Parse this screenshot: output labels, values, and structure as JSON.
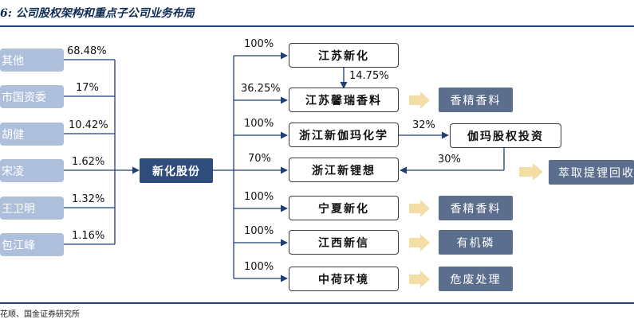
{
  "title": "6: 公司股权架构和重点子公司业务布局",
  "source": "花顺、国金证券研究所",
  "colors": {
    "holder": "#aebfdc",
    "core": "#2e4d7c",
    "business": "#5b6e8e",
    "arrow": "#f3dfa6",
    "line": "#1f3f73"
  },
  "shareholders": [
    {
      "name": "其他",
      "pct": "68.48%"
    },
    {
      "name": "市国资委",
      "pct": "17%"
    },
    {
      "name": "胡健",
      "pct": "10.42%"
    },
    {
      "name": "宋凌",
      "pct": "1.62%"
    },
    {
      "name": "王卫明",
      "pct": "1.32%"
    },
    {
      "name": "包江峰",
      "pct": "1.16%"
    }
  ],
  "company": "新化股份",
  "subsidiaries": [
    {
      "name": "江苏新化",
      "pct": "100%"
    },
    {
      "name": "江苏馨瑞香料",
      "pct": "36.25%",
      "from_jiangsu_pct": "14.75%",
      "business": "香精香料"
    },
    {
      "name": "浙江新伽玛化学",
      "pct": "100%"
    },
    {
      "name": "浙江新锂想",
      "pct": "70%",
      "business": "萃取提锂回收"
    },
    {
      "name": "宁夏新化",
      "pct": "100%",
      "business": "香精香料"
    },
    {
      "name": "江西新信",
      "pct": "100%",
      "business": "有机磷"
    },
    {
      "name": "中荷环境",
      "pct": "100%",
      "business": "危废处理"
    }
  ],
  "gamma": {
    "name": "伽玛股权投资",
    "pct_in": "32%",
    "pct_out": "30%"
  }
}
